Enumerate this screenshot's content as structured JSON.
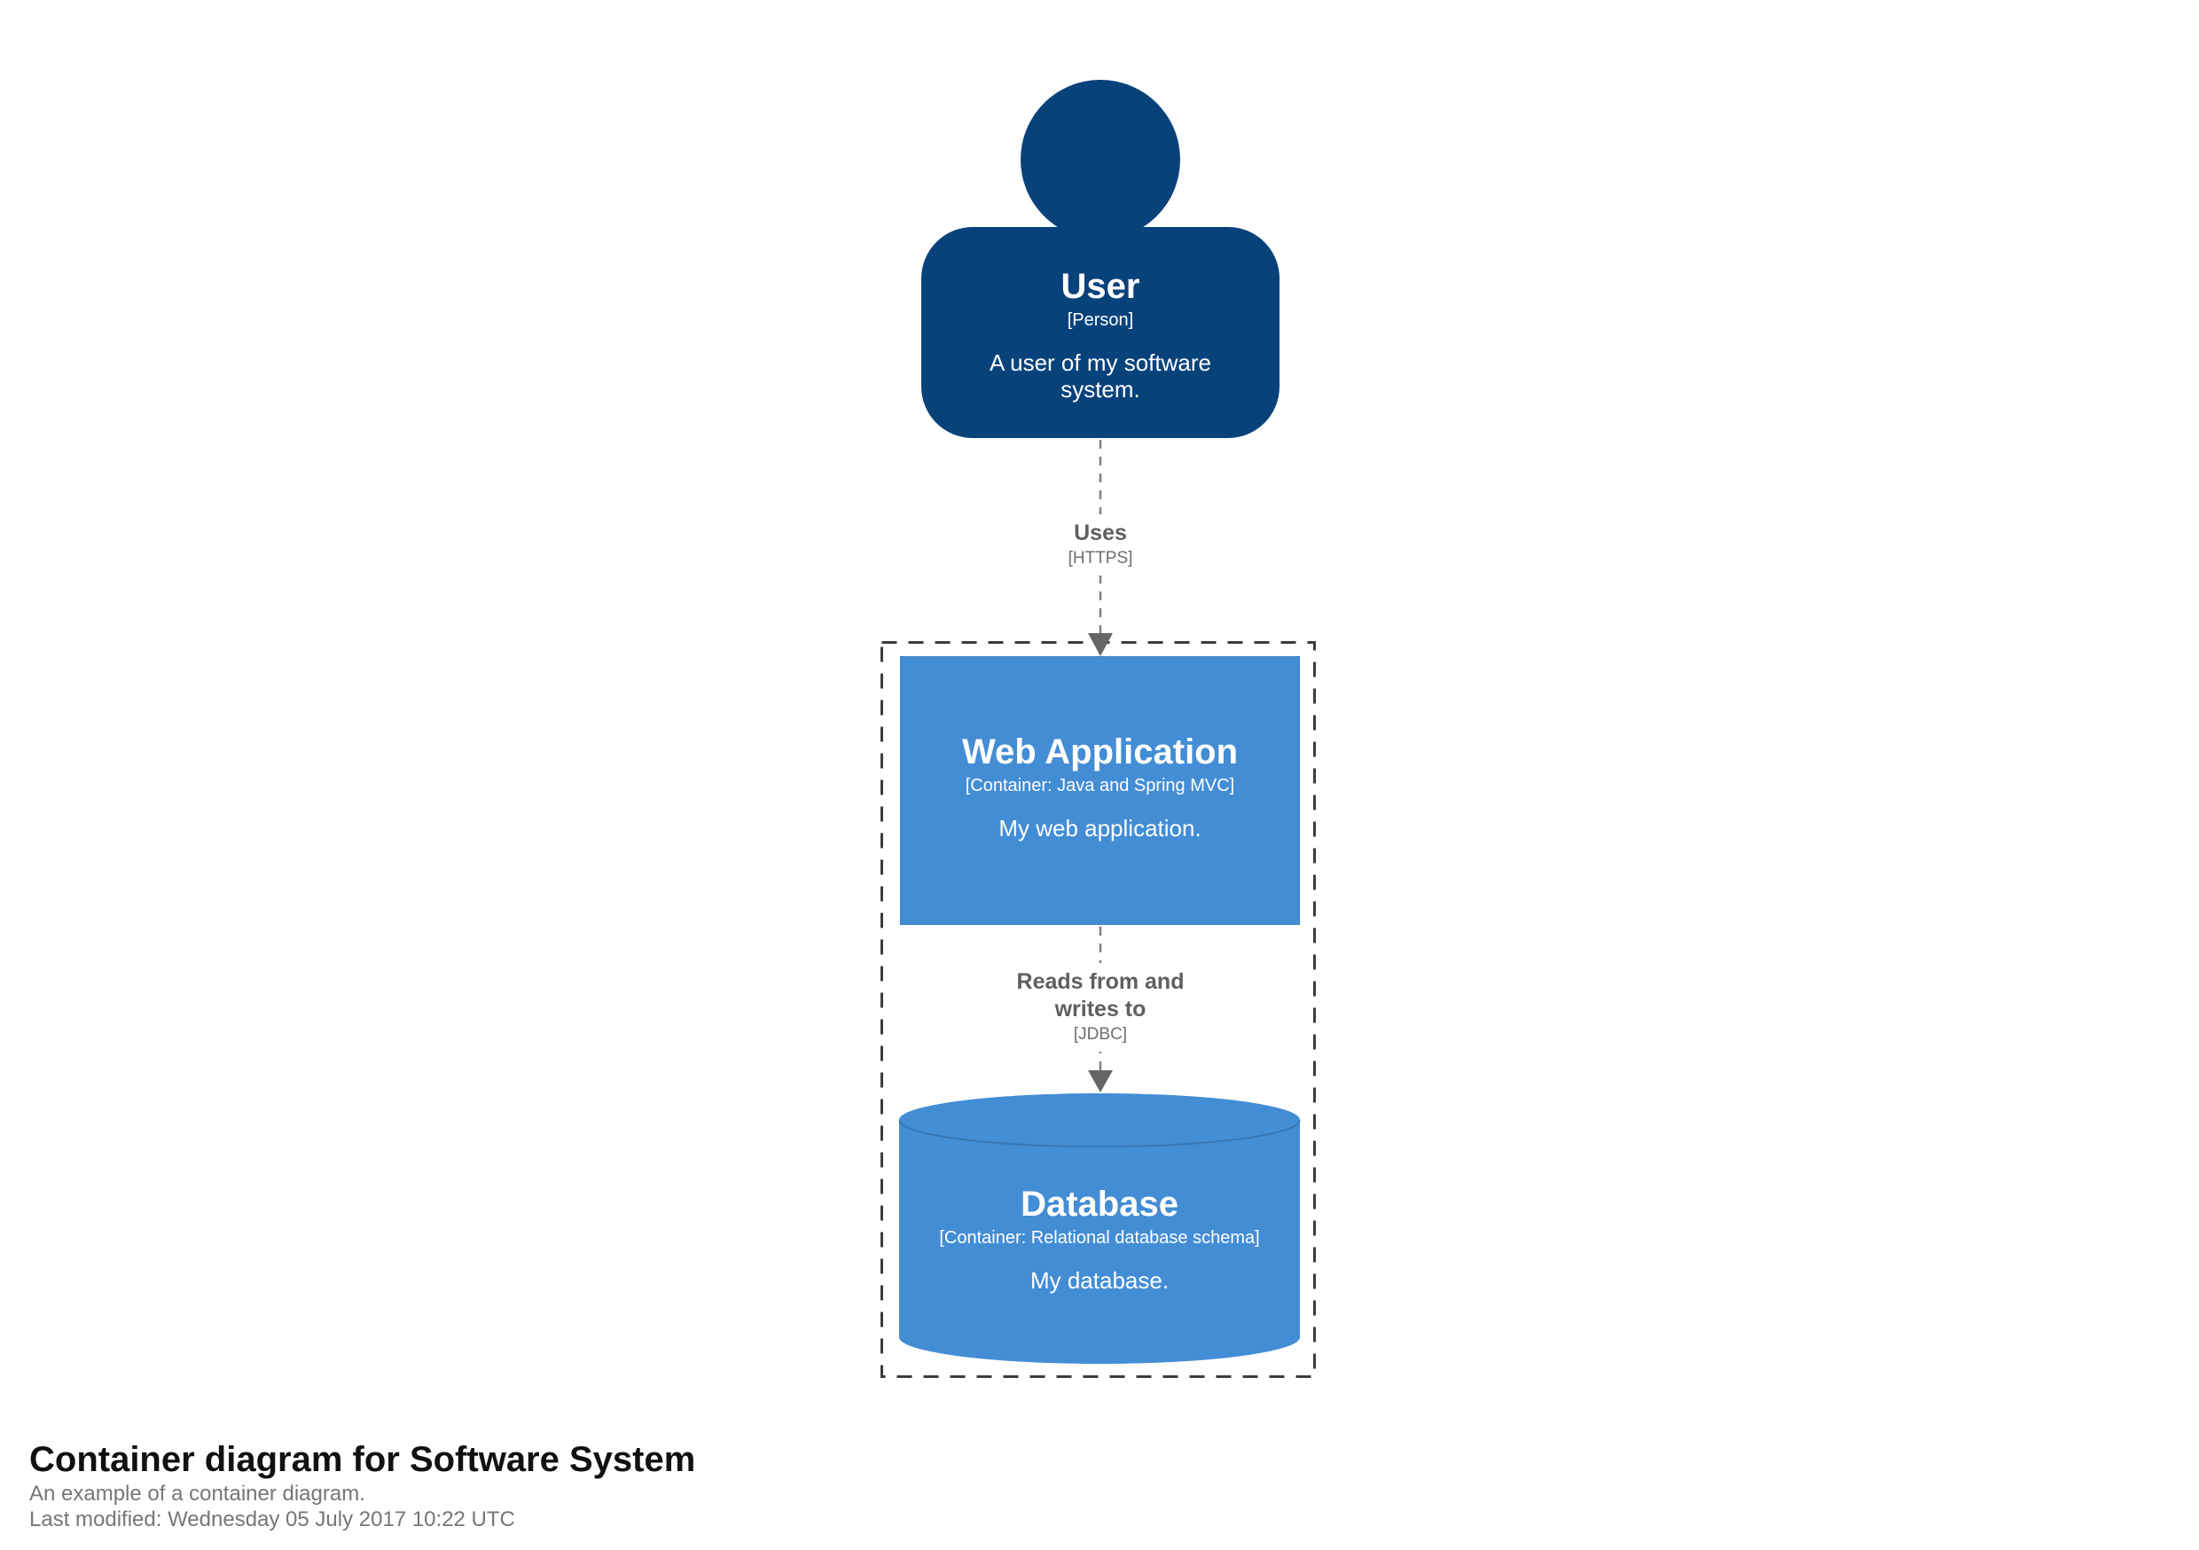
{
  "canvas": {
    "background": "#ffffff"
  },
  "diagram": {
    "boundary_color": "#3c3c3c",
    "relationship_line_color": "#808080",
    "arrowhead_color": "#666666",
    "nodes": {
      "person": {
        "name": "User",
        "meta": "[Person]",
        "description": "A user of my software system.",
        "color": "#08427b",
        "text_color": "#ffffff"
      },
      "web_app": {
        "name": "Web Application",
        "meta": "[Container: Java and Spring MVC]",
        "description": "My web application.",
        "color": "#438dd5",
        "text_color": "#ffffff"
      },
      "database": {
        "name": "Database",
        "meta": "[Container: Relational database schema]",
        "description": "My database.",
        "color": "#438dd5",
        "text_color": "#ffffff"
      }
    },
    "relationships": {
      "uses": {
        "name": "Uses",
        "technology": "[HTTPS]"
      },
      "reads_writes": {
        "name": "Reads from and writes to",
        "technology": "[JDBC]"
      }
    }
  },
  "footer": {
    "title": "Container diagram for Software System",
    "subtitle": "An example of a container diagram.",
    "last_modified": "Last modified: Wednesday 05 July 2017 10:22 UTC"
  }
}
